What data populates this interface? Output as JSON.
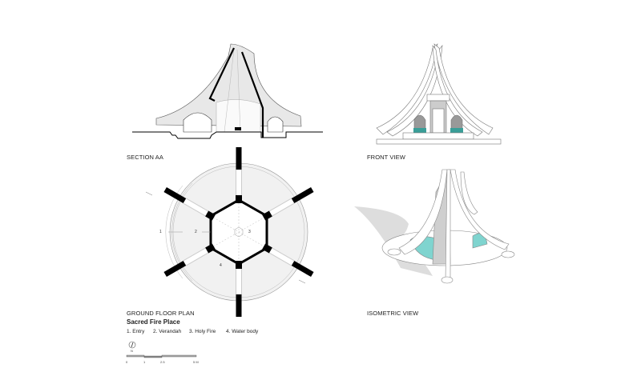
{
  "views": {
    "section": "SECTION AA",
    "front": "FRONT VIEW",
    "plan": "GROUND FLOOR PLAN",
    "isometric": "ISOMETRIC VIEW"
  },
  "project_title": "Sacred Fire Place",
  "legend": [
    "1. Entry",
    "2. Verandah",
    "3. Holy Fire",
    "4. Water body"
  ],
  "plan_labels": [
    "1",
    "2",
    "3",
    "4"
  ],
  "north_label": "N",
  "scale_bar": [
    "0",
    "1",
    "2.5",
    "5 M"
  ],
  "colors": {
    "water": "#7fd4cf",
    "wall": "#000000",
    "fill": "#e6e6e6"
  }
}
